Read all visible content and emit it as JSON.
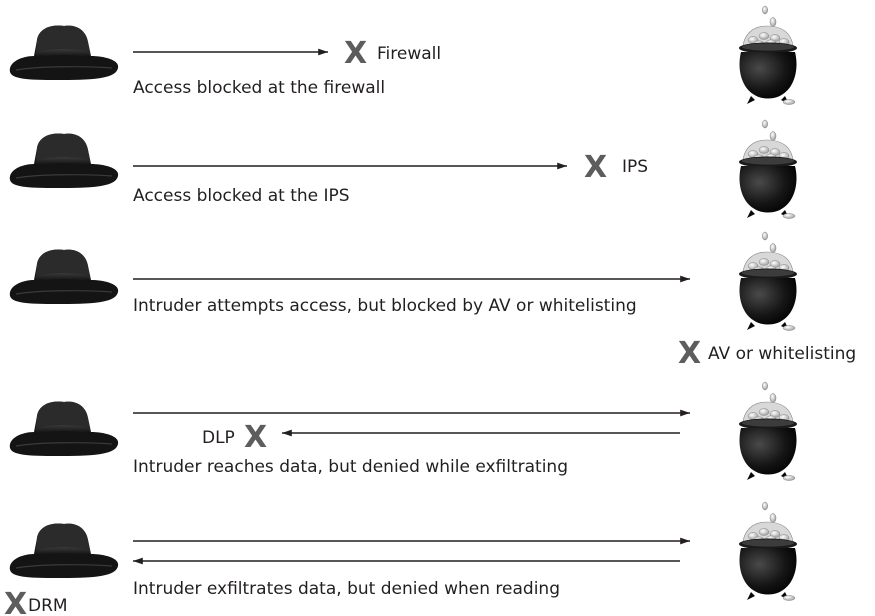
{
  "icons": {
    "intruder": "hat-icon",
    "data_store": "pot-of-gold-icon",
    "block": "x-mark-icon"
  },
  "rows": [
    {
      "caption": "Access blocked at the firewall",
      "control_label": "Firewall",
      "block_mark": "X"
    },
    {
      "caption": "Access blocked at the IPS",
      "control_label": "IPS",
      "block_mark": "X"
    },
    {
      "caption": "Intruder attempts access, but blocked by AV or whitelisting",
      "control_label": "AV or whitelisting",
      "block_mark": "X"
    },
    {
      "caption": "Intruder reaches data, but denied while exfiltrating",
      "control_label": "DLP",
      "block_mark": "X"
    },
    {
      "caption": "Intruder exfiltrates data, but denied when reading",
      "control_label": "DRM",
      "block_mark": "X"
    }
  ]
}
